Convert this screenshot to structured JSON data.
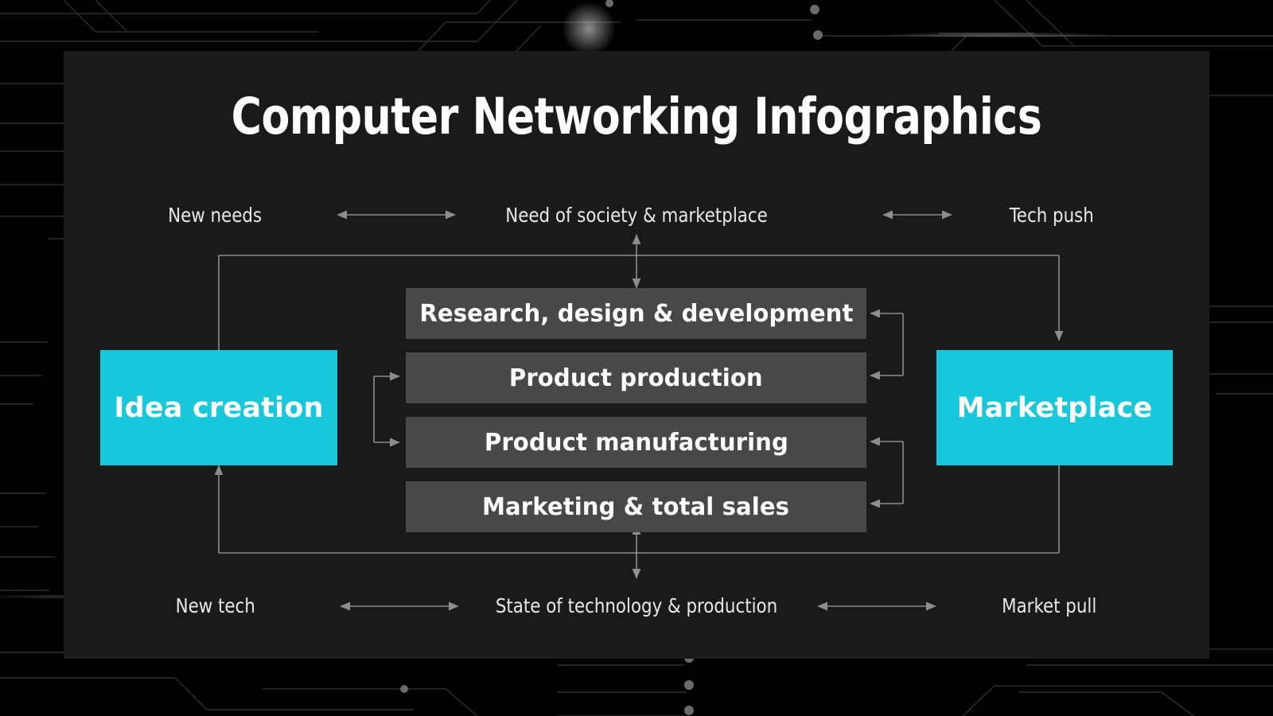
{
  "page": {
    "title": "Computer Networking Infographics",
    "background_color": "#000000",
    "panel_color": "#1a1a1a",
    "accent_color": "#18c7d9",
    "box_color": "#484848",
    "line_color": "#888888",
    "text_color": "#ffffff"
  },
  "captions": {
    "top_left": "New needs",
    "top_center": "Need of society & marketplace",
    "top_right": "Tech push",
    "bottom_left": "New tech",
    "bottom_center": "State of technology & production",
    "bottom_right": "Market pull"
  },
  "terminals": {
    "left": "Idea creation",
    "right": "Marketplace"
  },
  "process_steps": [
    {
      "label": "Research, design & development"
    },
    {
      "label": "Product production"
    },
    {
      "label": "Product manufacturing"
    },
    {
      "label": "Marketing & total sales"
    }
  ],
  "icons": {
    "arrow_double_horizontal": "double-headed-horizontal-arrow",
    "arrow_double_vertical": "double-headed-vertical-arrow",
    "arrow_right": "arrow-right",
    "arrow_left": "arrow-left",
    "arrow_up": "arrow-up",
    "arrow_down": "arrow-down"
  }
}
